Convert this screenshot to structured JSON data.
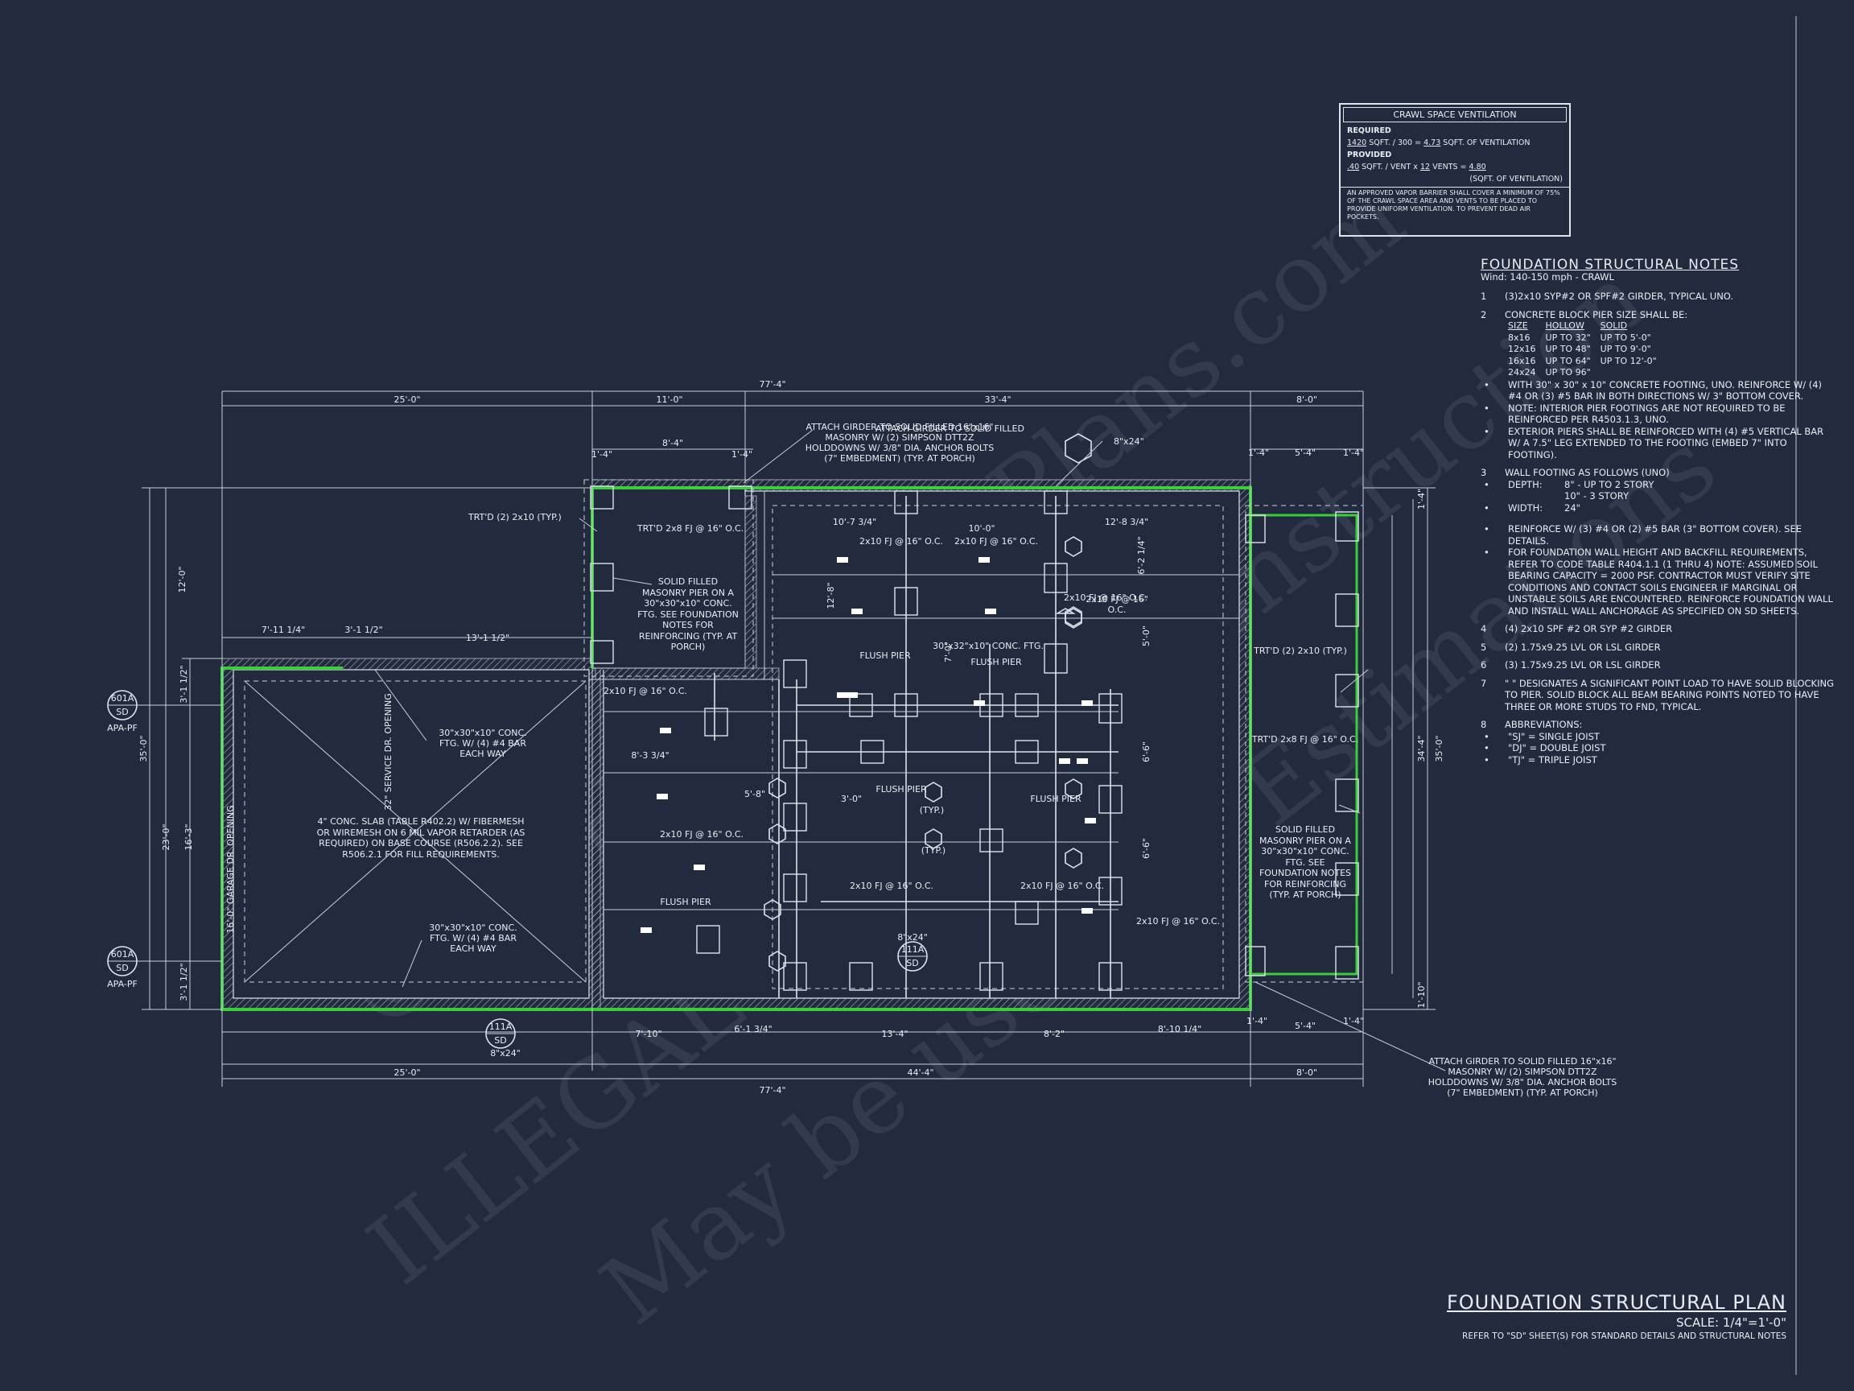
{
  "watermark": {
    "line1": "© MyHomeFloorPlans.com",
    "line2": "ILLEGAL to use for Construction",
    "line3": "May be used for Estimations"
  },
  "dimensions": {
    "top_overall": "77'-4\"",
    "top_left": "25'-0\"",
    "top_mid": "11'-0\"",
    "top_mid2": "33'-4\"",
    "top_right": "8'-0\"",
    "porch_inner": "8'-4\"",
    "porch_edge_l": "1'-4\"",
    "porch_edge_r": "1'-4\"",
    "right_porch_edge_l": "1'-4\"",
    "right_porch_mid": "5'-4\"",
    "right_porch_edge_r": "1'-4\"",
    "bottom_overall": "77'-4\"",
    "bottom_left": "25'-0\"",
    "bottom_mid": "44'-4\"",
    "bottom_right": "8'-0\"",
    "bottom_seg1": "7'-10\"",
    "bottom_seg2": "6'-1 3/4\"",
    "bottom_seg3": "13'-4\"",
    "bottom_seg4": "8'-2\"",
    "bottom_seg5": "8'-10 1/4\"",
    "bottom_rp1": "1'-4\"",
    "bottom_rp2": "5'-4\"",
    "bottom_rp3": "1'-4\"",
    "left_overall": "35'-0\"",
    "left_upper": "12'-0\"",
    "left_lower": "23'-0\"",
    "left_inner": "16'-3\"",
    "left_small1": "3'-1 1/2\"",
    "left_small2": "3'-1 1/2\"",
    "right_overall": "35'-0\"",
    "right_mid": "34'-4\"",
    "right_top": "1'-4\"",
    "right_bot": "1'-10\"",
    "garage_w1": "7'-11 1/4\"",
    "garage_w2": "3'-1 1/2\"",
    "garage_w3": "13'-1 1/2\""
  },
  "labels": {
    "attach_girder_top": "ATTACH GIRDER TO SOLID FILLED 16\"x16\" MASONRY W/ (2) SIMPSON DTT2Z HOLDDOWNS W/ 3/8\" DIA. ANCHOR BOLTS (7\" EMBEDMENT) (TYP. AT PORCH)",
    "attach_girder_bottom": "ATTACH GIRDER TO SOLID FILLED 16\"x16\" MASONRY W/ (2) SIMPSON DTT2Z HOLDDOWNS W/ 3/8\" DIA. ANCHOR BOLTS (7\" EMBEDMENT) (TYP. AT PORCH)",
    "trtd_left": "TRT'D (2) 2x10 (TYP.)",
    "trtd_fj_left": "TRT'D 2x8 FJ @ 16\" O.C.",
    "solid_pier_left": "SOLID FILLED MASONRY PIER ON A 30\"x30\"x10\" CONC. FTG. SEE FOUNDATION NOTES FOR REINFORCING (TYP. AT PORCH)",
    "solid_pier_right": "SOLID FILLED MASONRY PIER ON A 30\"x30\"x10\" CONC. FTG. SEE FOUNDATION NOTES FOR REINFORCING (TYP. AT PORCH)",
    "trtd_right": "TRT'D (2) 2x10 (TYP.)",
    "trtd_fj_right": "TRT'D 2x8 FJ @ 16\" O.C.",
    "slab": "4\" CONC. SLAB (TABLE R402.2) W/ FIBERMESH OR WIREMESH ON 6 MIL VAPOR RETARDER (AS REQUIRED) ON BASE COURSE (R506.2.2). SEE R506.2.1 FOR FILL REQUIREMENTS.",
    "ftg_top": "30\"x30\"x10\" CONC. FTG. W/ (4) #4 BAR EACH WAY",
    "ftg_bottom": "30\"x30\"x10\" CONC. FTG. W/ (4) #4 BAR EACH WAY",
    "service_door": "32\" SERVICE DR. OPENING",
    "garage_door": "16'-0\" GARAGE DR. OPENING",
    "fj_1": "2x10 FJ @ 16\" O.C.",
    "fj_2": "2x10 FJ @ 16\" O.C.",
    "fj_3": "2x10 FJ @ 16\" O.C.",
    "fj_4": "2x10 FJ @ 16\" O.C.",
    "fj_5": "2x10 FJ @ 16\" O.C.",
    "fj_6": "2x10 FJ @ 16\" O.C.",
    "fj_7": "2x10 FJ @ 16\" O.C.",
    "fj_8": "2x10 FJ @ 16\" O.C.",
    "fj_9": "2x10 FJ @ 16\" O.C.",
    "flush_pier_1": "FLUSH PIER",
    "flush_pier_2": "FLUSH PIER",
    "flush_pier_3": "FLUSH PIER",
    "flush_pier_4": "FLUSH PIER",
    "flush_pier_5": "FLUSH PIER",
    "conc_ftg_center": "30\"x32\"x10\" CONC. FTG.",
    "typ_1": "(TYP.)",
    "typ_2": "(TYP.)",
    "pier_size_1": "8\"x24\"",
    "pier_size_2": "8\"x24\"",
    "pier_size_3": "8\"x24\"",
    "tag_top_left_num": "601A",
    "tag_top_left_sheet": "SD",
    "tag_top_left_sub": "APA-PF",
    "tag_bot_left_num": "601A",
    "tag_bot_left_sheet": "SD",
    "tag_bot_left_sub": "APA-PF",
    "tag_center_num": "111A",
    "tag_center_sheet": "SD",
    "tag_bottom_num": "111A",
    "tag_bottom_sheet": "SD",
    "inner_d1": "10'-7 3/4\"",
    "inner_d2": "10'-0\"",
    "inner_d3": "12'-8 3/4\"",
    "inner_d4": "5'-8\"",
    "inner_d5": "8'-3 3/4\"",
    "inner_d6": "3'-0\"",
    "inner_d7": "12'-8\"",
    "inner_d8": "7'-0\"",
    "inner_d9": "6'-2 1/4\"",
    "inner_d10": "5'-0\"",
    "inner_d11": "6'-6\"",
    "inner_d12": "6'-6\""
  },
  "crawl_space": {
    "title": "CRAWL SPACE VENTILATION",
    "required_label": "REQUIRED",
    "required_area": "1420",
    "required_formula": "SQFT. / 300 =",
    "required_result": "4.73",
    "required_unit": "SQFT. OF VENTILATION",
    "provided_label": "PROVIDED",
    "provided_area": ".40",
    "provided_formula": "SQFT. / VENT x",
    "provided_count": "12",
    "provided_vents": "VENTS =",
    "provided_result": "4.80",
    "provided_unit": "(SQFT. OF VENTILATION)",
    "note": "AN APPROVED VAPOR BARRIER SHALL COVER A MINIMUM OF 75% OF THE CRAWL SPACE AREA AND VENTS TO BE PLACED TO PROVIDE UNIFORM VENTILATION. TO PREVENT DEAD AIR POCKETS."
  },
  "notes": {
    "title": "FOUNDATION STRUCTURAL NOTES",
    "subtitle": "Wind: 140-150 mph - CRAWL",
    "n1_num": "1",
    "n1": "(3)2x10 SYP#2 OR SPF#2 GIRDER, TYPICAL UNO.",
    "n2_num": "2",
    "n2": "CONCRETE BLOCK PIER SIZE SHALL BE:",
    "pier_table": {
      "headers": [
        "SIZE",
        "HOLLOW",
        "SOLID"
      ],
      "rows": [
        [
          "8x16",
          "UP TO 32\"",
          "UP TO 5'-0\""
        ],
        [
          "12x16",
          "UP TO 48\"",
          "UP TO 9'-0\""
        ],
        [
          "16x16",
          "UP TO 64\"",
          "UP TO 12'-0\""
        ],
        [
          "24x24",
          "UP TO 96\"",
          ""
        ]
      ]
    },
    "n2_b1": "WITH 30\" x 30\" x 10\" CONCRETE FOOTING, UNO. REINFORCE W/ (4) #4 OR (3) #5 BAR IN BOTH DIRECTIONS W/ 3\" BOTTOM COVER.",
    "n2_b2": "NOTE: INTERIOR PIER FOOTINGS ARE NOT REQUIRED TO BE REINFORCED PER R4503.1.3, UNO.",
    "n2_b3": "EXTERIOR PIERS SHALL BE REINFORCED WITH (4) #5 VERTICAL BAR W/ A 7.5\" LEG EXTENDED TO THE FOOTING (EMBED 7\" INTO FOOTING).",
    "n3_num": "3",
    "n3": "WALL FOOTING AS FOLLOWS (UNO)",
    "n3_depth_label": "DEPTH:",
    "n3_depth1": "8\" - UP TO 2 STORY",
    "n3_depth2": "10\" - 3 STORY",
    "n3_width_label": "WIDTH:",
    "n3_width": "24\"",
    "n3_b1": "REINFORCE W/ (3) #4 OR (2) #5 BAR (3\" BOTTOM COVER). SEE DETAILS.",
    "n3_b2": "FOR FOUNDATION WALL HEIGHT AND BACKFILL REQUIREMENTS, REFER TO CODE TABLE R404.1.1 (1 THRU 4) NOTE: ASSUMED SOIL BEARING CAPACITY = 2000 PSF. CONTRACTOR MUST VERIFY SITE CONDITIONS AND CONTACT SOILS ENGINEER IF MARGINAL OR UNSTABLE SOILS ARE ENCOUNTERED. REINFORCE FOUNDATION WALL AND INSTALL WALL ANCHORAGE AS SPECIFIED ON SD SHEETS.",
    "n4_num": "4",
    "n4": "(4) 2x10 SPF #2 OR SYP #2 GIRDER",
    "n5_num": "5",
    "n5": "(2) 1.75x9.25 LVL OR LSL GIRDER",
    "n6_num": "6",
    "n6": "(3) 1.75x9.25 LVL OR LSL GIRDER",
    "n7_num": "7",
    "n7": "\" \" DESIGNATES A SIGNIFICANT POINT LOAD TO HAVE SOLID BLOCKING TO PIER. SOLID BLOCK ALL BEAM BEARING POINTS NOTED TO HAVE THREE OR MORE STUDS TO FND, TYPICAL.",
    "n8_num": "8",
    "n8": "ABBREVIATIONS:",
    "abbr1": "\"SJ\" = SINGLE JOIST",
    "abbr2": "\"DJ\" = DOUBLE JOIST",
    "abbr3": "\"TJ\" = TRIPLE JOIST"
  },
  "title_block": {
    "title": "FOUNDATION STRUCTURAL PLAN",
    "scale": "SCALE: 1/4\"=1'-0\"",
    "reference": "REFER TO \"SD\" SHEET(S) FOR STANDARD DETAILS AND STRUCTURAL NOTES"
  },
  "colors": {
    "background": "#222a3d",
    "linework": "#dfe3ec",
    "highlight": "#3ccc3c"
  }
}
